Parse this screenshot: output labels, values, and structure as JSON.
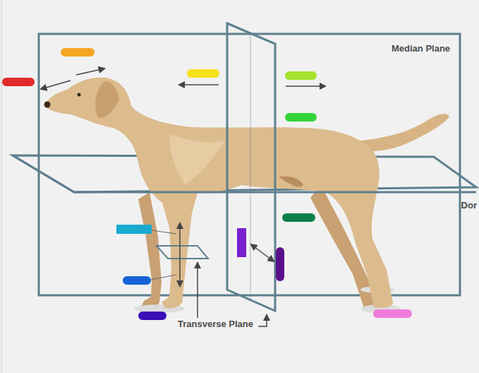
{
  "diagram": {
    "labels": [
      "Median Plane",
      "Transverse Plane",
      "Dor"
    ]
  }
}
